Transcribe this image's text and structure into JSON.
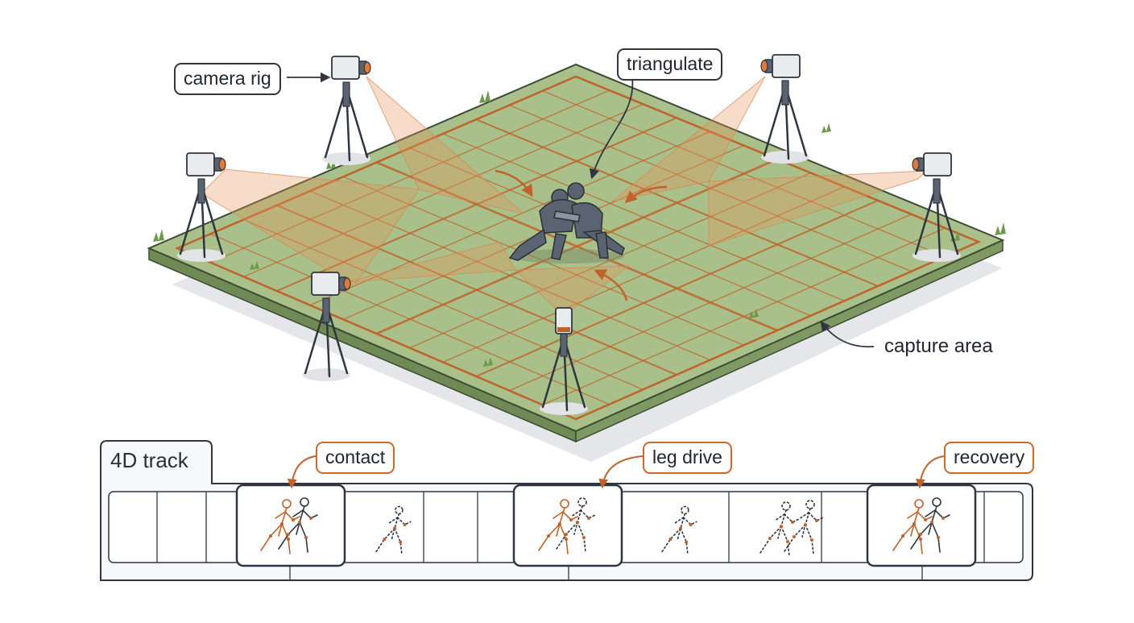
{
  "labels": {
    "camera_rig": "camera rig",
    "triangulate": "triangulate",
    "capture_area": "capture area",
    "track_tab": "4D track",
    "contact": "contact",
    "leg_drive": "leg drive",
    "recovery": "recovery"
  },
  "colors": {
    "mat_green": "#a9c08a",
    "grid_orange": "#c0632a",
    "ray_orange": "#e39a63",
    "outline": "#2f3640",
    "wrestler": "#5a6470"
  },
  "icons": [
    "camera-icon",
    "tripod-icon",
    "arrow-icon",
    "skeleton-icon"
  ]
}
